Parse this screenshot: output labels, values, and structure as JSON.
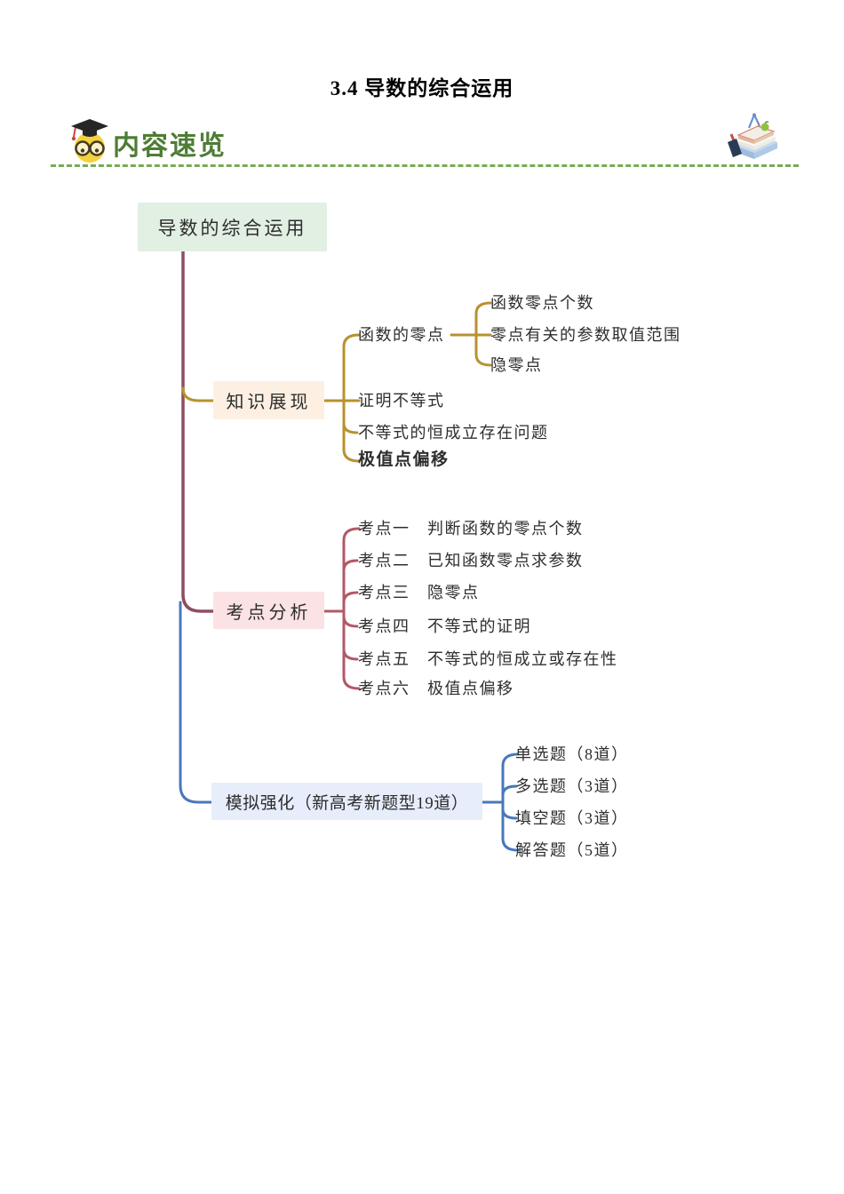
{
  "page": {
    "title": "3.4 导数的综合运用"
  },
  "header": {
    "label": "内容速览",
    "left_icon": "owl-graduate-icon",
    "right_icon": "books-stationery-icon"
  },
  "colors": {
    "title_text": "#000000",
    "header_text": "#4e7d35",
    "divider_green": "#76ab53",
    "trunk": "#8f4e60",
    "knowledge_line": "#b8922f",
    "exam_line": "#b25868",
    "practice_line": "#4878ba",
    "root_bg": "#e2efe3",
    "knowledge_bg": "#fdf0e3",
    "exam_bg": "#fbe2e4",
    "practice_bg": "#e7edfb"
  },
  "mindmap": {
    "root": {
      "label": "导数的综合运用"
    },
    "branches": [
      {
        "label": "知识展现",
        "children": [
          {
            "label": "函数的零点",
            "children": [
              {
                "label": "函数零点个数"
              },
              {
                "label": "零点有关的参数取值范围"
              },
              {
                "label": "隐零点"
              }
            ]
          },
          {
            "label": "证明不等式"
          },
          {
            "label": "不等式的恒成立存在问题"
          },
          {
            "label": "极值点偏移"
          }
        ]
      },
      {
        "label": "考点分析",
        "children": [
          {
            "label": "考点一　判断函数的零点个数"
          },
          {
            "label": "考点二　已知函数零点求参数"
          },
          {
            "label": "考点三　隐零点"
          },
          {
            "label": "考点四　不等式的证明"
          },
          {
            "label": "考点五　不等式的恒成立或存在性"
          },
          {
            "label": "考点六　极值点偏移"
          }
        ]
      },
      {
        "label": "模拟强化（新高考新题型19道）",
        "children": [
          {
            "label": "单选题（8道）"
          },
          {
            "label": "多选题（3道）"
          },
          {
            "label": "填空题（3道）"
          },
          {
            "label": "解答题（5道）"
          }
        ]
      }
    ]
  }
}
